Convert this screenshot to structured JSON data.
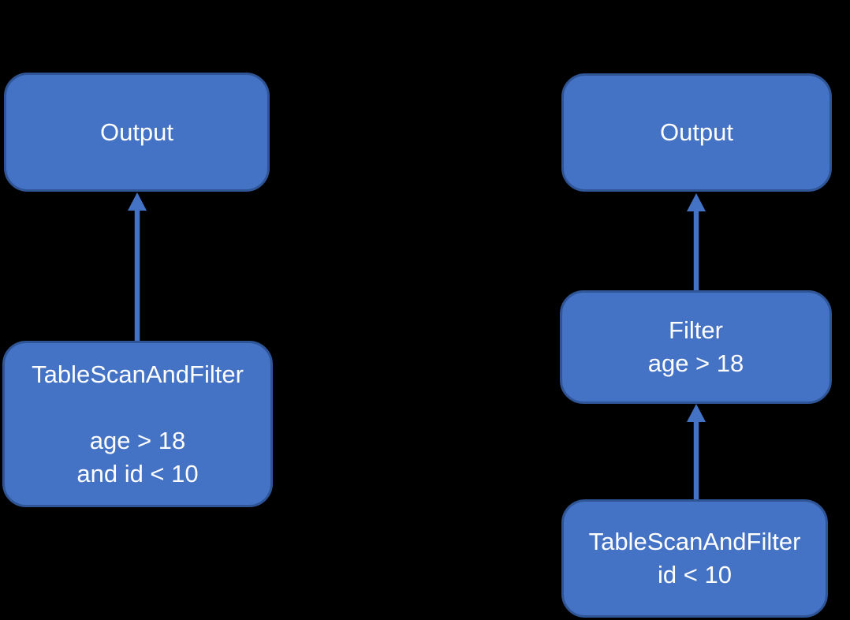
{
  "colors": {
    "background": "#000000",
    "node_fill": "#4472C4",
    "node_border": "#2F5597",
    "arrow": "#4472C4",
    "text_color": "#FFFFFF"
  },
  "left_plan": {
    "output_label": "Output",
    "scan_lines": [
      "TableScanAndFilter",
      "",
      "age > 18",
      "and id < 10"
    ]
  },
  "right_plan": {
    "output_label": "Output",
    "filter_lines": [
      "Filter",
      "age > 18"
    ],
    "scan_lines": [
      "TableScanAndFilter",
      "id < 10"
    ]
  }
}
